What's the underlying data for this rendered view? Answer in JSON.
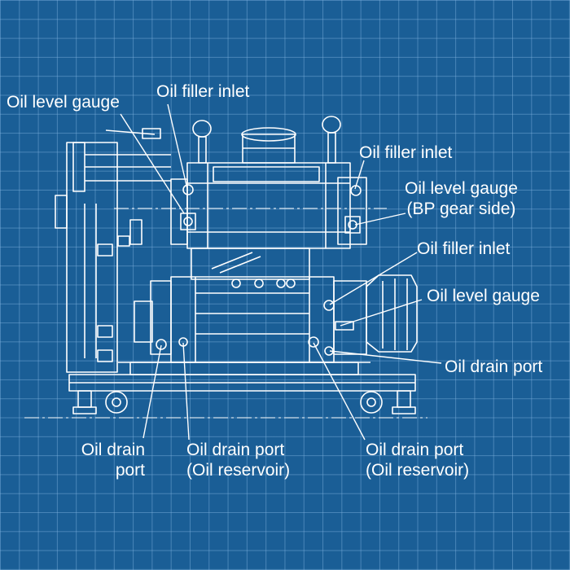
{
  "colors": {
    "background": "#1a5e96",
    "grid": "#82b4e1",
    "line": "#ffffff"
  },
  "callouts": {
    "oil_level_gauge_left": "Oil level gauge",
    "oil_filler_inlet_top": "Oil filler inlet",
    "oil_filler_inlet_right": "Oil filler inlet",
    "oil_level_gauge_bp_line1": "Oil level gauge",
    "oil_level_gauge_bp_line2": "(BP gear side)",
    "oil_filler_inlet_mid": "Oil filler inlet",
    "oil_level_gauge_mid": "Oil level gauge",
    "oil_drain_port_right": "Oil drain port",
    "oil_drain_port_bl_line1": "Oil drain",
    "oil_drain_port_bl_line2": "port",
    "oil_drain_reservoir_1_line1": "Oil drain port",
    "oil_drain_reservoir_1_line2": "(Oil reservoir)",
    "oil_drain_reservoir_2_line1": "Oil drain port",
    "oil_drain_reservoir_2_line2": "(Oil reservoir)"
  }
}
